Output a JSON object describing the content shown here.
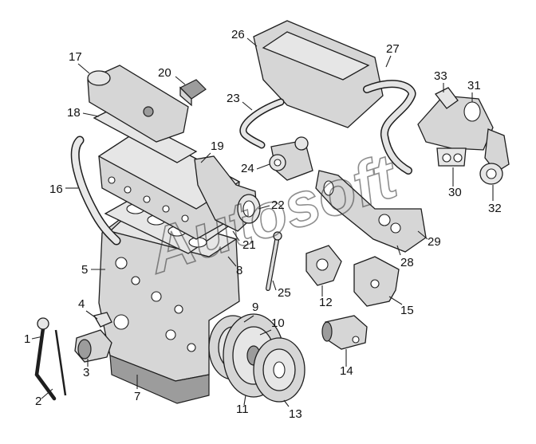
{
  "diagram": {
    "watermark": "Autosoft",
    "callouts": [
      "1",
      "2",
      "3",
      "4",
      "5",
      "7",
      "8",
      "9",
      "10",
      "11",
      "12",
      "13",
      "14",
      "15",
      "16",
      "17",
      "18",
      "19",
      "20",
      "21",
      "22",
      "23",
      "24",
      "25",
      "26",
      "27",
      "28",
      "29",
      "30",
      "31",
      "32",
      "33"
    ]
  }
}
